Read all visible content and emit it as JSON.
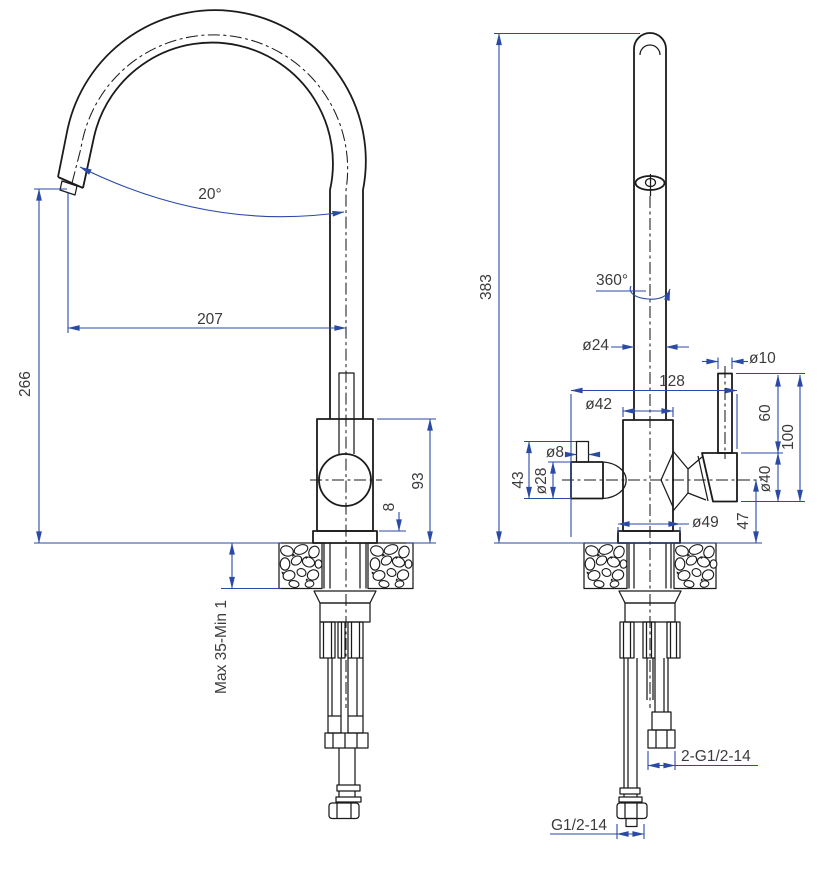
{
  "drawing": {
    "type": "technical-drawing",
    "subject": "kitchen mixer faucet, two dimensioned orthographic views",
    "colors": {
      "line": "#1b1b1b",
      "dimension": "#2a4aa5",
      "text": "#3b3b3b",
      "background": "#ffffff"
    },
    "side_view": {
      "dimensions": {
        "spout_angle": "20°",
        "spout_reach": "207",
        "spout_height": "266",
        "body_height": "93",
        "base_plate_thickness": "8",
        "mounting_range": "Max 35-Min 1"
      }
    },
    "front_view": {
      "dimensions": {
        "overall_height": "383",
        "swivel_angle": "360°",
        "spout_tube_diameter": "ø24",
        "lever_diameter": "ø10",
        "overall_width": "128",
        "body_diameter": "ø42",
        "lever_height": "60",
        "handle_assembly_height": "100",
        "outlet_diameter": "ø8",
        "outlet_height": "43",
        "outlet_body_diameter": "ø28",
        "handle_bell_diameter": "ø40",
        "base_diameter": "ø49",
        "outlet_axis_height": "47",
        "supply_hose_thread": "2-G1/2-14",
        "inlet_thread": "G1/2-14"
      }
    }
  }
}
